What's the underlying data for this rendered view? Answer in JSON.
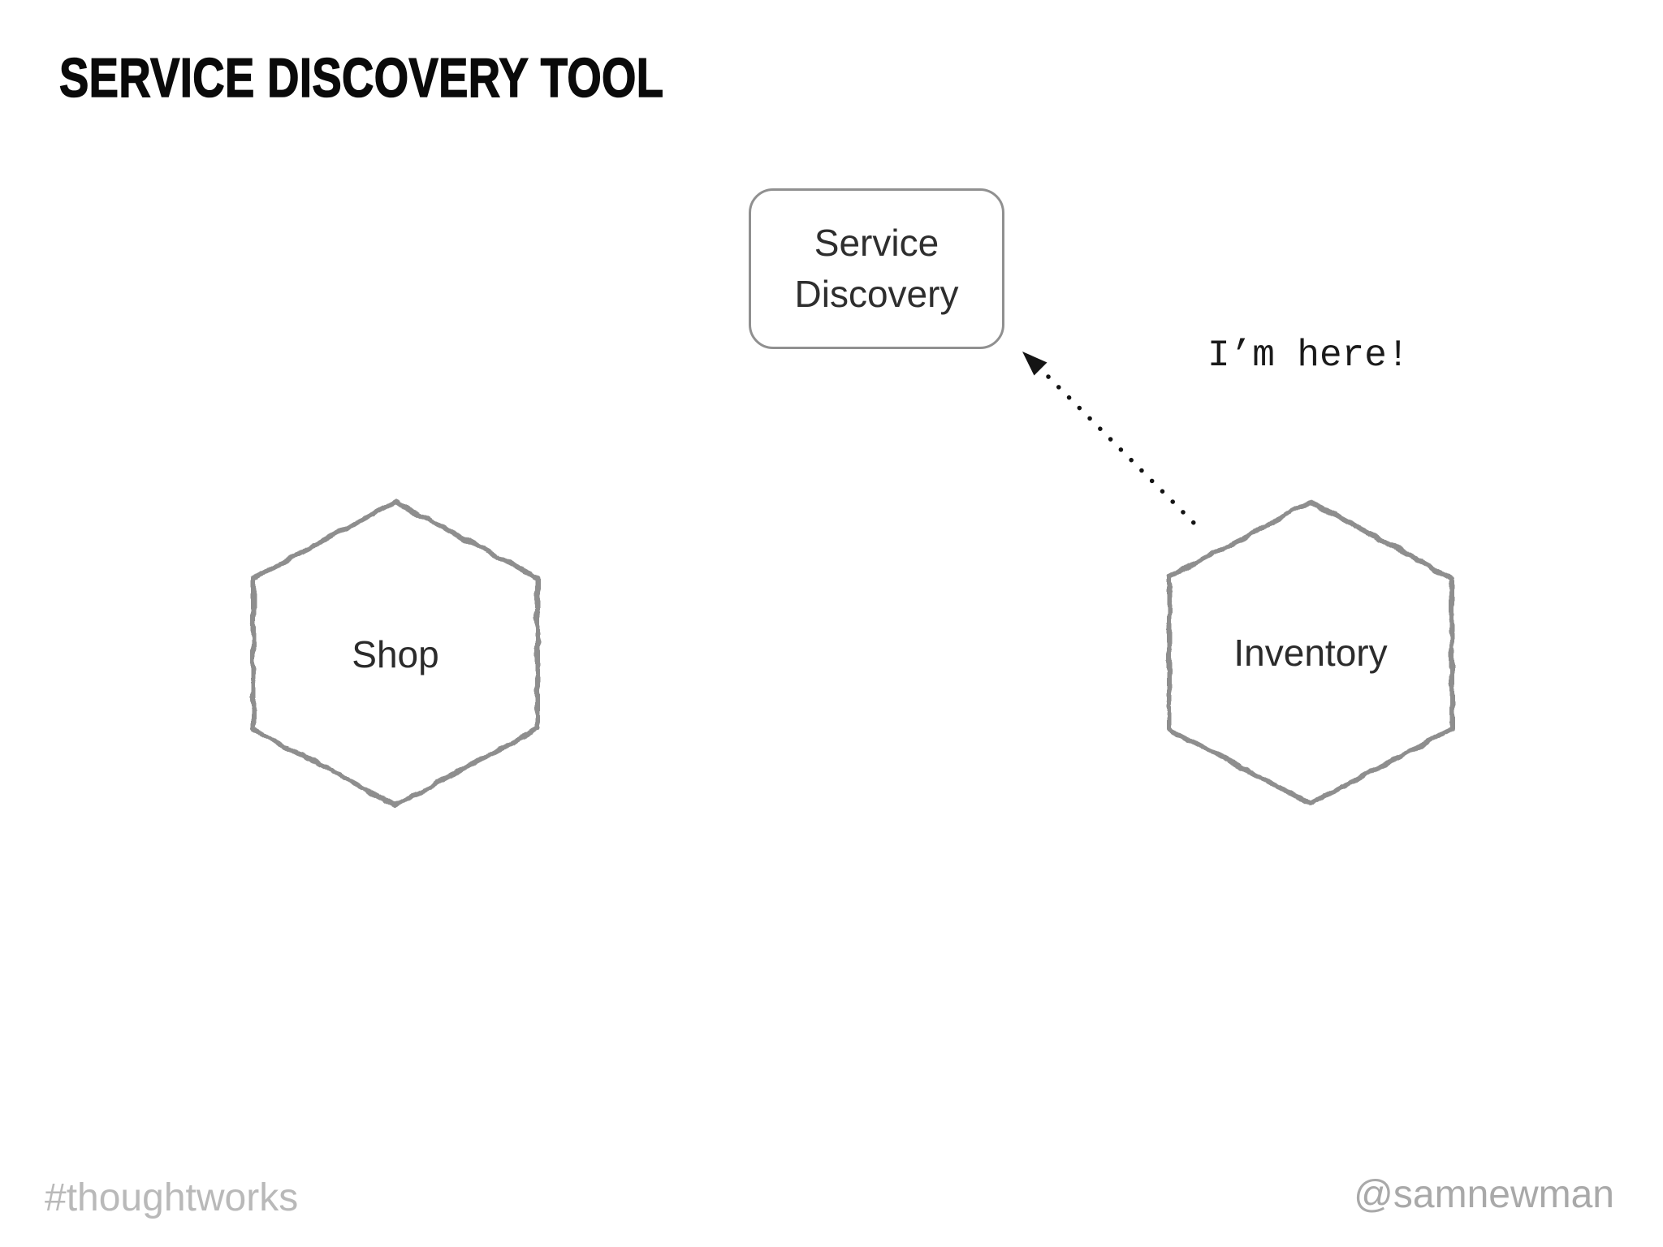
{
  "title": "SERVICE DISCOVERY TOOL",
  "nodes": {
    "service_discovery": {
      "type": "rounded-rect",
      "lines": [
        "Service",
        "Discovery"
      ]
    },
    "shop": {
      "type": "hexagon",
      "label": "Shop"
    },
    "inventory": {
      "type": "hexagon",
      "label": "Inventory"
    }
  },
  "annotation": {
    "text": "I’m here!"
  },
  "arrow": {
    "from": "inventory",
    "to": "service_discovery",
    "style": "dotted",
    "color": "#141414"
  },
  "footer": {
    "hashtag": "#thoughtworks",
    "handle": "@samnewman"
  },
  "colors": {
    "background": "#ffffff",
    "title_text": "#0a0a0a",
    "hexagon_border": "#8e8e8e",
    "box_border": "#909090",
    "node_text": "#2e2e2e",
    "annotation_text": "#1a1a1a",
    "footer_left_text": "#b9b9b9",
    "footer_right_text": "#a9a9a9"
  }
}
